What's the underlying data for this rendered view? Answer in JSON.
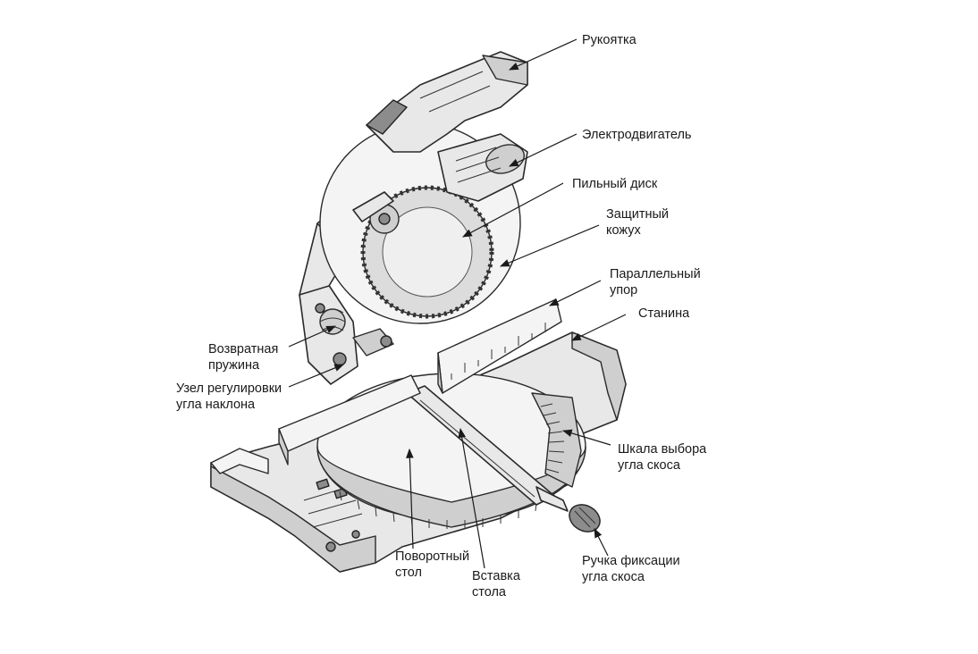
{
  "labels": {
    "handle": [
      "Рукоятка"
    ],
    "motor": [
      "Электродвигатель"
    ],
    "blade": [
      "Пильный диск"
    ],
    "guard": [
      "Защитный",
      "кожух"
    ],
    "fence": [
      "Параллельный",
      "упор"
    ],
    "base": [
      "Станина"
    ],
    "return_spring": [
      "Возвратная",
      "пружина"
    ],
    "bevel_adjust": [
      "Узел регулировки",
      "угла наклона"
    ],
    "miter_scale": [
      "Шкала выбора",
      "угла скоса"
    ],
    "turntable": [
      "Поворотный",
      "стол"
    ],
    "table_insert": [
      "Вставка",
      "стола"
    ],
    "miter_lock": [
      "Ручка фиксации",
      "угла скоса"
    ]
  }
}
